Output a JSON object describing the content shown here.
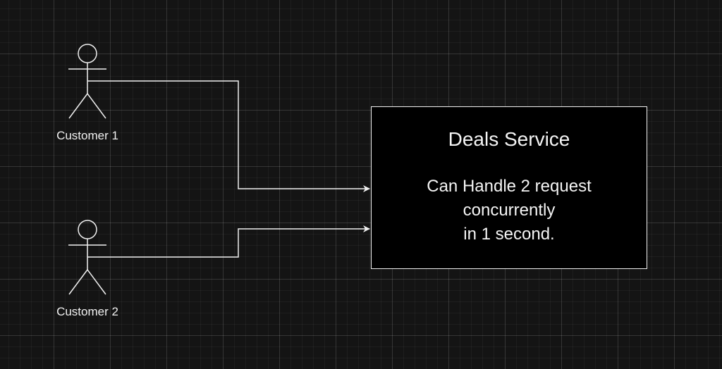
{
  "actors": [
    {
      "label": "Customer 1"
    },
    {
      "label": "Customer 2"
    }
  ],
  "service": {
    "title": "Deals Service",
    "description_lines": [
      "Can Handle 2 request",
      "concurrently",
      "in 1 second."
    ]
  },
  "colors": {
    "background": "#141414",
    "stroke": "#f0f0f0",
    "box_fill": "#000000"
  }
}
